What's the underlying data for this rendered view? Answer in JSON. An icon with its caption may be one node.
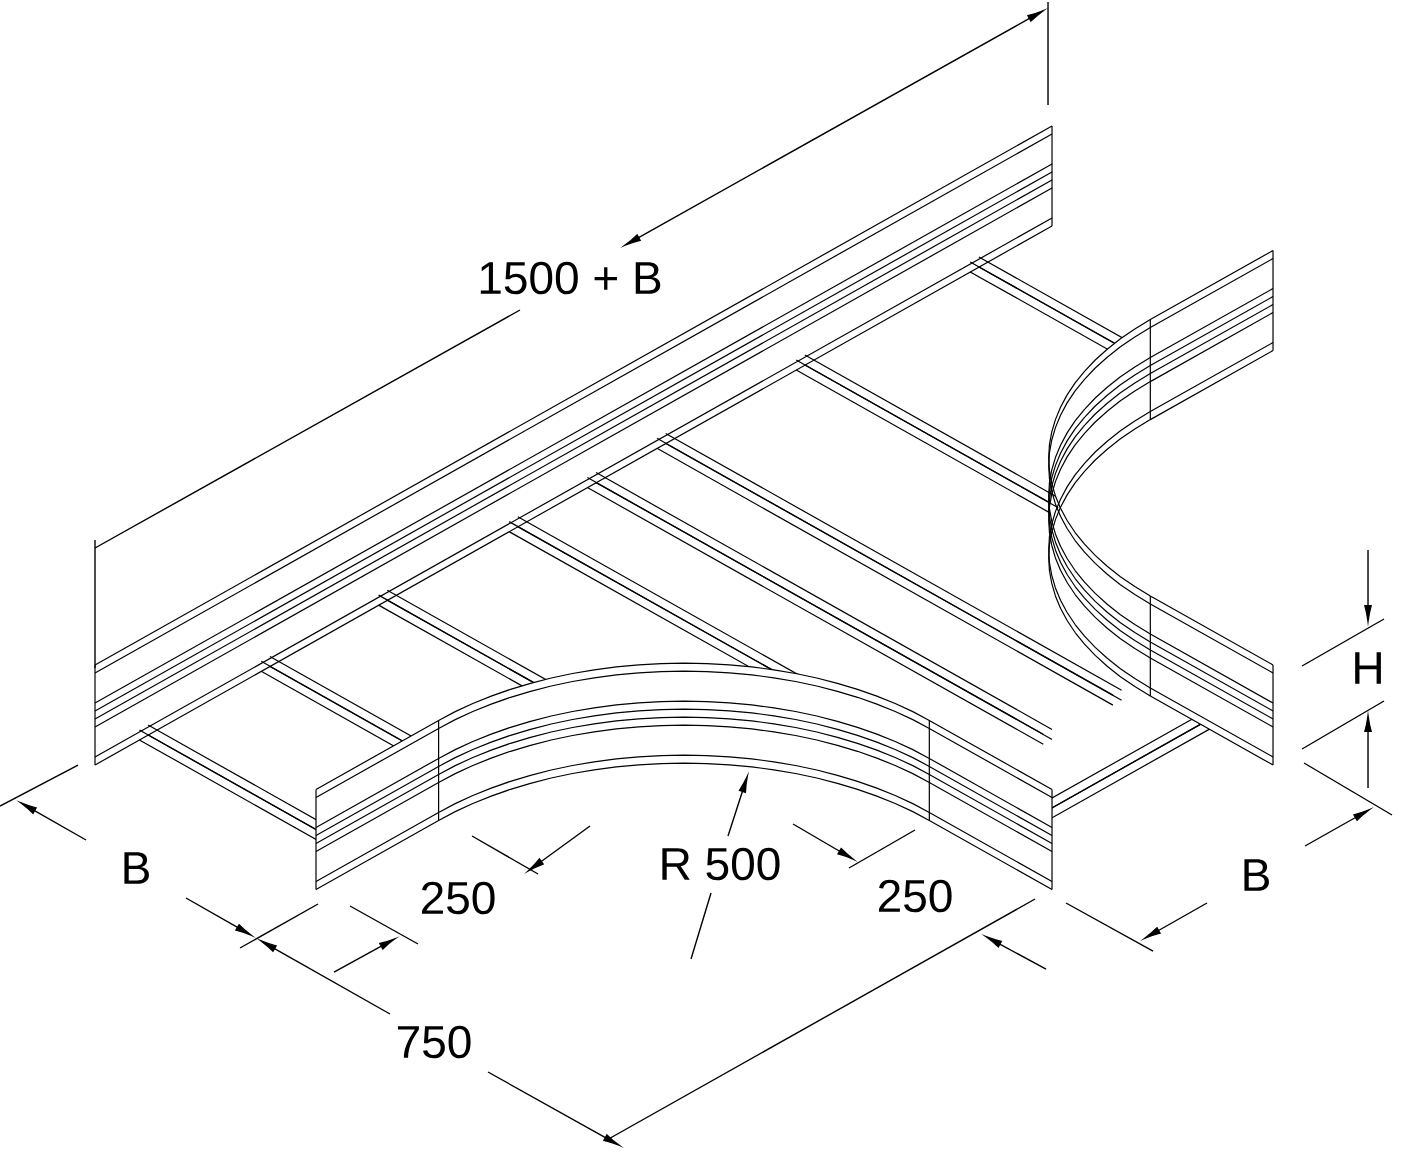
{
  "diagram": {
    "labels": [
      "1500 + B",
      "H",
      "B",
      "R 500",
      "B",
      "250",
      "250",
      "750"
    ]
  }
}
